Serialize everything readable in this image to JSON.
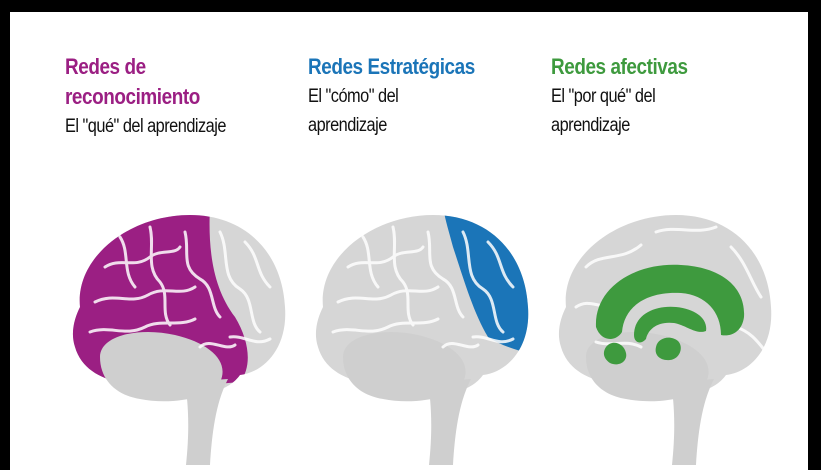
{
  "networks": [
    {
      "title_lines": [
        "Redes de",
        "reconocimiento"
      ],
      "subtitle_lines": [
        "El \"qué\" del aprendizaje"
      ],
      "color": "#9B1F83"
    },
    {
      "title_lines": [
        "Redes Estratégicas"
      ],
      "subtitle_lines": [
        "El \"cómo\" del",
        "aprendizaje"
      ],
      "color": "#1B75B8"
    },
    {
      "title_lines": [
        "Redes afectivas"
      ],
      "subtitle_lines": [
        "El \"por qué\" del",
        "aprendizaje"
      ],
      "color": "#3E9A3E"
    }
  ],
  "brain_gray": "#D6D6D6"
}
